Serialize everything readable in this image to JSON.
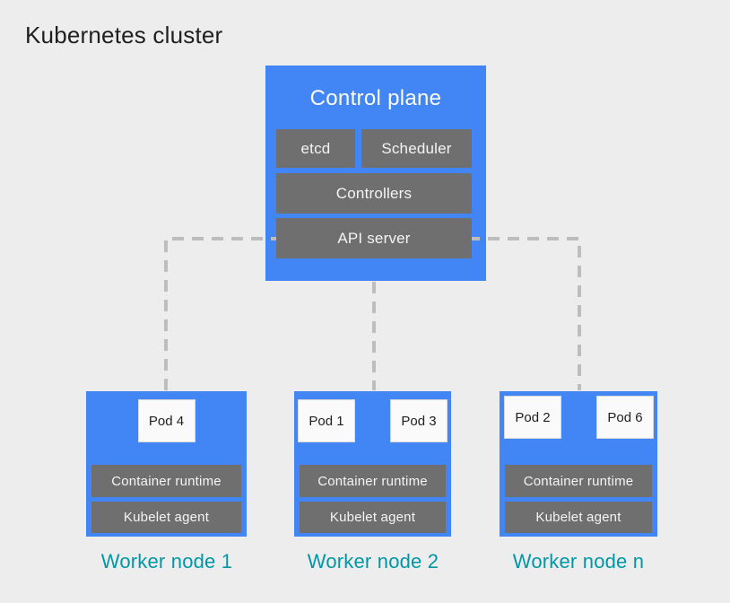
{
  "page": {
    "title": "Kubernetes cluster"
  },
  "colors": {
    "background": "#ededed",
    "node_blue": "#4285f4",
    "component_gray": "#6f6f6f",
    "worker_label_teal": "#0097a7",
    "connector_dash_gray": "#bdbdbd",
    "pod_background": "#fafafa",
    "text_dark": "#1f1f1f",
    "text_light": "#f4f4f4"
  },
  "control_plane": {
    "title": "Control plane",
    "components": {
      "etcd": "etcd",
      "scheduler": "Scheduler",
      "controllers": "Controllers",
      "api_server": "API server"
    }
  },
  "workers": [
    {
      "label": "Worker node 1",
      "pods": [
        "Pod 4"
      ],
      "components": {
        "runtime": "Container runtime",
        "kubelet": "Kubelet agent"
      }
    },
    {
      "label": "Worker node 2",
      "pods": [
        "Pod 1",
        "Pod 3"
      ],
      "components": {
        "runtime": "Container runtime",
        "kubelet": "Kubelet agent"
      }
    },
    {
      "label": "Worker node n",
      "pods": [
        "Pod 2",
        "Pod 6"
      ],
      "components": {
        "runtime": "Container runtime",
        "kubelet": "Kubelet agent"
      }
    }
  ]
}
